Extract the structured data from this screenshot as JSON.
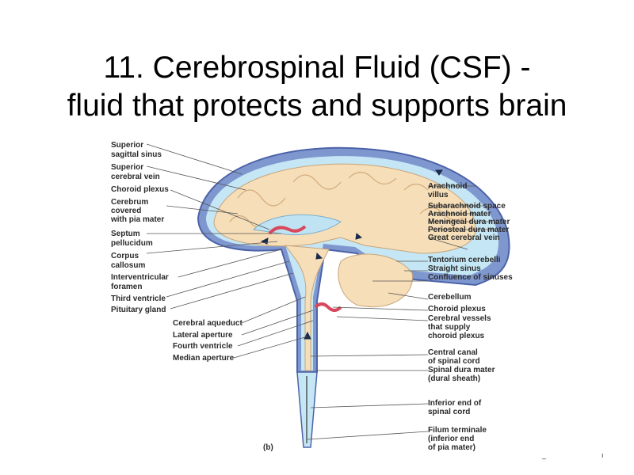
{
  "slide": {
    "title_line1": "11.  Cerebrospinal Fluid (CSF) -",
    "title_line2": "fluid that protects and supports brain"
  },
  "figure": {
    "panel_label": "(b)",
    "left_labels": [
      "Superior",
      "sagittal sinus",
      "Superior",
      "cerebral vein",
      "Choroid plexus",
      "Cerebrum",
      "covered",
      "with pia mater",
      "Septum",
      "pellucidum",
      "Corpus",
      "callosum",
      "Interventricular",
      "foramen",
      "Third ventricle",
      "Pituitary gland"
    ],
    "bottom_left_labels": [
      "Cerebral aqueduct",
      "Lateral aperture",
      "Fourth ventricle",
      "Median aperture"
    ],
    "right_labels": [
      "Arachnoid",
      "villus",
      "Subarachnoid space",
      "Arachnoid mater",
      "Meningeal dura mater",
      "Periosteal dura mater",
      "Great cerebral vein",
      "Tentorium cerebelli",
      "Straight sinus",
      "Confluence of sinuses",
      "Cerebellum",
      "Choroid plexus",
      "Cerebral vessels",
      "that supply",
      "choroid plexus",
      "Central canal",
      "of spinal cord",
      "Spinal dura mater",
      "(dural sheath)",
      "Inferior end of",
      "spinal cord",
      "Filum terminale",
      "(inferior end",
      "of pia mater)"
    ]
  },
  "colors": {
    "dura": "#6f86c4",
    "csf": "#bfe3f2",
    "tissue": "#f8dfb8",
    "choroid": "#d9475c",
    "title": "#000000"
  }
}
